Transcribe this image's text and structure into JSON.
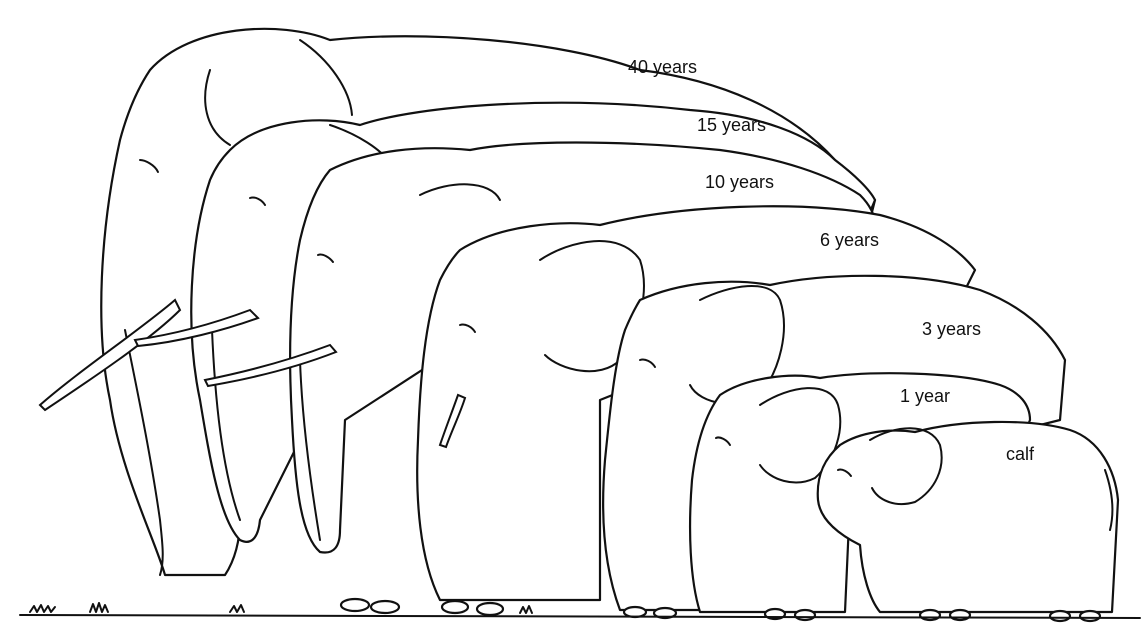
{
  "labels": {
    "age_40": "40 years",
    "age_15": "15 years",
    "age_10": "10 years",
    "age_6": "6 years",
    "age_3": "3 years",
    "age_1": "1 year",
    "calf": "calf"
  },
  "colors": {
    "ink": "#111111",
    "paper": "#ffffff"
  }
}
